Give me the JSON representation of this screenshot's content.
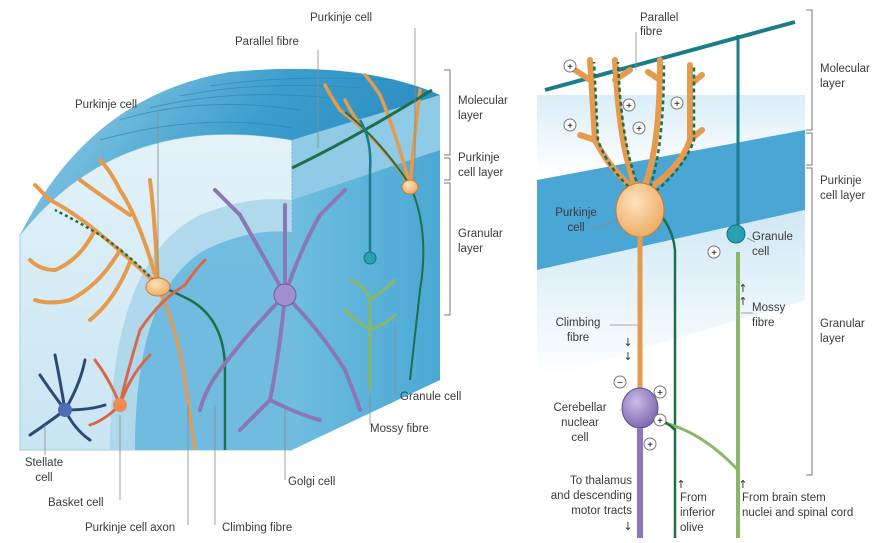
{
  "left_panel": {
    "labels": {
      "purkinje_cell_top": "Purkinje cell",
      "parallel_fibre": "Parallel fibre",
      "purkinje_cell_left": "Purkinje cell",
      "molecular_layer_1": "Molecular",
      "molecular_layer_2": "layer",
      "purkinje_layer_1": "Purkinje",
      "purkinje_layer_2": "cell layer",
      "granular_layer_1": "Granular",
      "granular_layer_2": "layer",
      "stellate_1": "Stellate",
      "stellate_2": "cell",
      "basket_cell": "Basket cell",
      "purkinje_axon": "Purkinje cell axon",
      "climbing_fibre": "Climbing fibre",
      "golgi_cell": "Golgi cell",
      "mossy_fibre": "Mossy fibre",
      "granule_cell": "Granule cell"
    }
  },
  "right_panel": {
    "labels": {
      "parallel_1": "Parallel",
      "parallel_2": "fibre",
      "molecular_1": "Molecular",
      "molecular_2": "layer",
      "purkinje_layer_1": "Purkinje",
      "purkinje_layer_2": "cell layer",
      "purkinje_cell_1": "Purkinje",
      "purkinje_cell_2": "cell",
      "granule_cell_1": "Granule",
      "granule_cell_2": "cell",
      "mossy_1": "Mossy",
      "mossy_2": "fibre",
      "granular_1": "Granular",
      "granular_2": "layer",
      "climbing_1": "Climbing",
      "climbing_2": "fibre",
      "nuclear_1": "Cerebellar",
      "nuclear_2": "nuclear",
      "nuclear_3": "cell",
      "thalamus_1": "To thalamus",
      "thalamus_2": "and descending",
      "thalamus_3": "motor tracts",
      "olive_1": "From",
      "olive_2": "inferior",
      "olive_3": "olive",
      "brainstem_1": "From brain stem",
      "brainstem_2": "nuclei and spinal cord"
    },
    "signs": {
      "plus": "+",
      "minus": "−"
    }
  },
  "colors": {
    "purkinje": "#e8a055",
    "purkinje_soma": "#f5c890",
    "climbing": "#1e6b4a",
    "mossy": "#8ab86a",
    "granule": "#1a7d8a",
    "golgi": "#8c78b8",
    "basket": "#d56b50",
    "stellate": "#2c4a7a",
    "tissue_dark": "#3aa0cc",
    "tissue_light": "#d4ecf6"
  }
}
